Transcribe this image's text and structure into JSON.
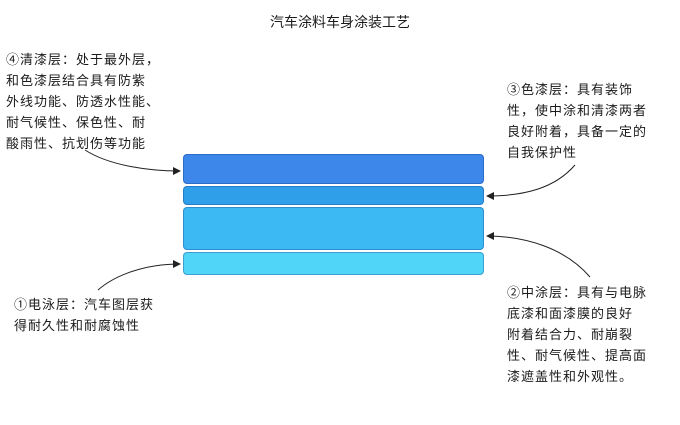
{
  "title": "汽车涂料车身涂装工艺",
  "colors": {
    "clearcoat": "#3d86ea",
    "basecoat": "#2f9fe9",
    "primer": "#3cb9f3",
    "ecoat": "#50d4f7",
    "arrow": "#222222"
  },
  "notes": {
    "clearcoat": "④清漆层：处于最外层，\n和色漆层结合具有防紫\n外线功能、防透水性能、\n耐气候性、保色性、耐\n酸雨性、抗划伤等功能",
    "basecoat": "③色漆层：具有装饰\n性，使中涂和清漆两者\n良好附着，具备一定的\n自我保护性",
    "ecoat": "①电泳层：汽车图层获\n得耐久性和耐腐蚀性",
    "primer": "②中涂层：具有与电脉\n底漆和面漆膜的良好\n附着结合力、耐崩裂\n性、耐气候性、提高面\n漆遮盖性和外观性。"
  }
}
